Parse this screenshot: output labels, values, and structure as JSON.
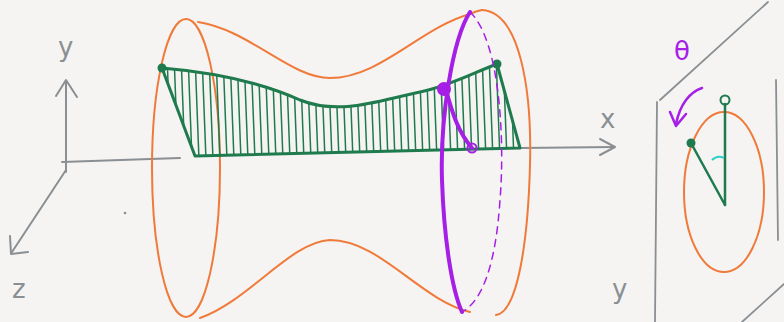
{
  "diagram": {
    "labels": [
      "y",
      "x",
      "z",
      "θ",
      "y"
    ]
  }
}
